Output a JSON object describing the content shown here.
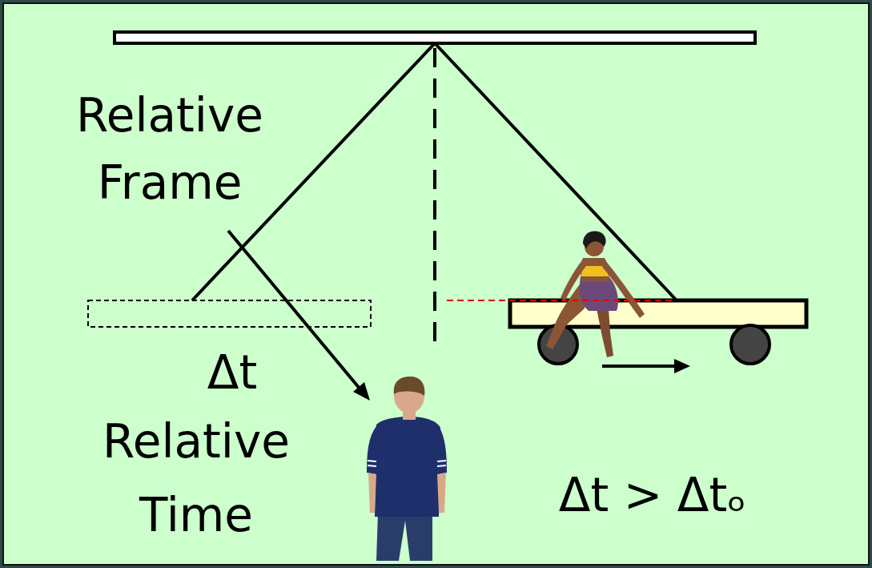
{
  "diagram": {
    "labels": [
      "Relative Frame",
      "Δt",
      "Relative Time",
      "Δt > Δtₒ"
    ]
  }
}
